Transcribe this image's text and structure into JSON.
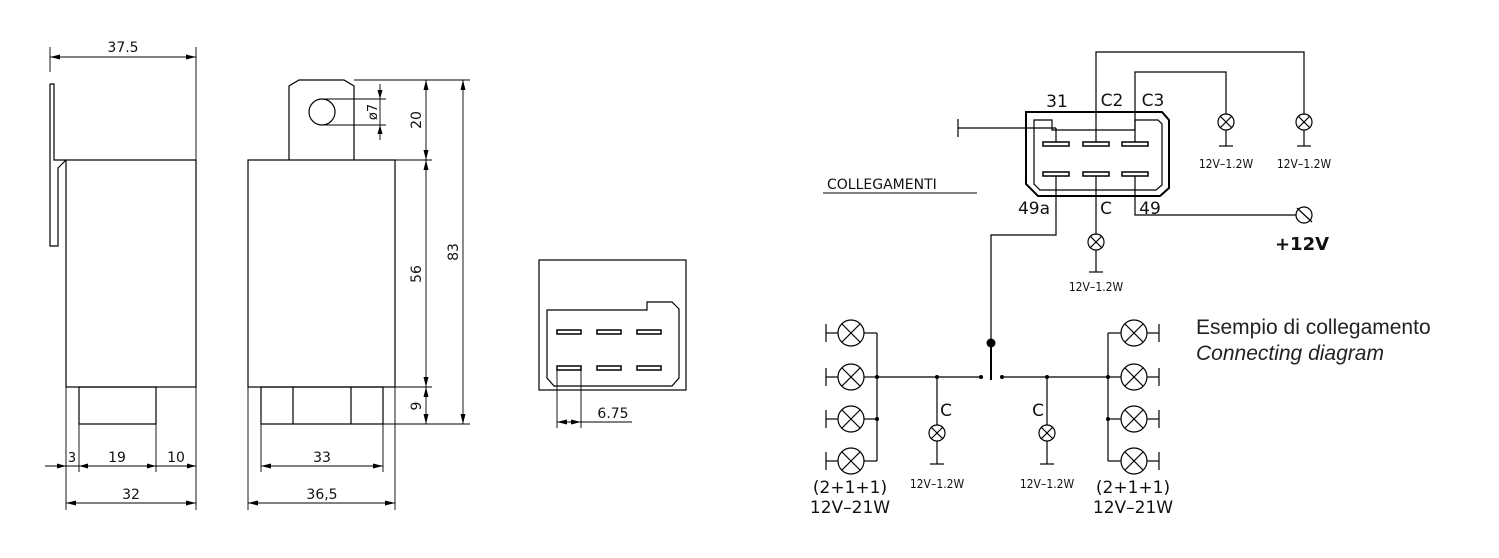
{
  "dimensions": {
    "side_width": "37.5",
    "front_hole": "ø7",
    "front_tab": "20",
    "front_body": "56",
    "front_total": "83",
    "front_base": "9",
    "side_offset": "3",
    "side_mid": "19",
    "side_right": "10",
    "side_bottom": "32",
    "front_inner": "33",
    "front_bottom": "36,5",
    "pin_pitch": "6.75"
  },
  "wiring": {
    "heading": "COLLEGAMENTI",
    "terminals": {
      "t31": "31",
      "tc2": "C2",
      "tc3": "C3",
      "t49a": "49a",
      "tc": "C",
      "t49": "49"
    },
    "supply": "+12V",
    "indicator_lamp": "12V–1.2W",
    "side_lamp_label": "C",
    "group_count": "(2+1+1)",
    "group_power": "12V–21W"
  },
  "caption": {
    "line1": "Esempio di collegamento",
    "line2": "Connecting diagram"
  }
}
